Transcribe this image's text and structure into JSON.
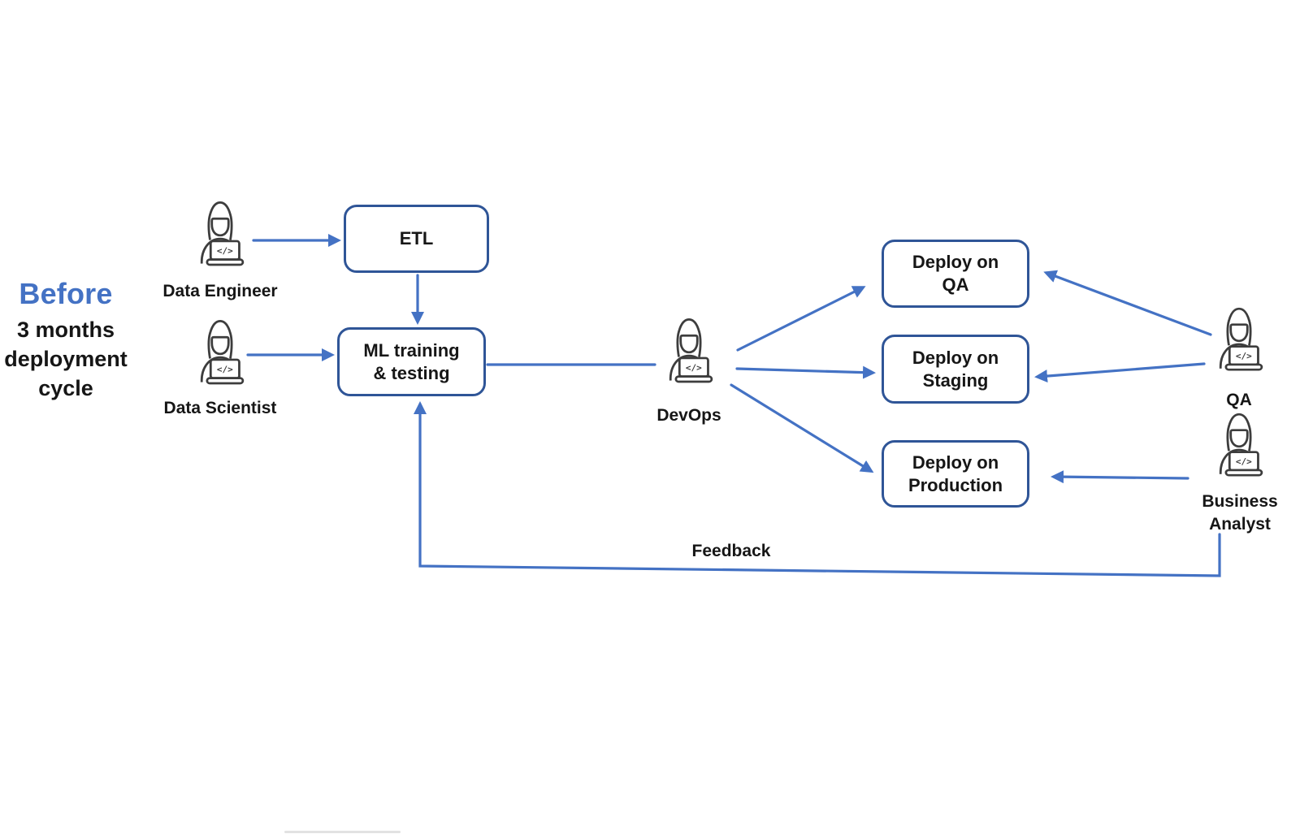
{
  "caption": {
    "heading": "Before",
    "subheading": "3 months deployment cycle"
  },
  "persons": [
    {
      "label": "Data Engineer"
    },
    {
      "label": "Data Scientist"
    },
    {
      "label": "DevOps"
    },
    {
      "label": "QA"
    },
    {
      "label": "Business Analyst"
    }
  ],
  "boxes": {
    "etl": {
      "label": "ETL"
    },
    "ml": {
      "line1": "ML training",
      "line2": "& testing"
    },
    "deploy_qa": {
      "line1": "Deploy on",
      "line2": "QA"
    },
    "deploy_staging": {
      "line1": "Deploy on",
      "line2": "Staging"
    },
    "deploy_production": {
      "line1": "Deploy on",
      "line2": "Production"
    }
  },
  "edges": {
    "feedback_label": "Feedback"
  },
  "icon": {
    "laptop_glyph": "</>"
  },
  "colors": {
    "accent_blue": "#4472c4",
    "box_border": "#2f5597",
    "text": "#161616",
    "icon_stroke": "#3d3d3d",
    "background": "#ffffff"
  }
}
